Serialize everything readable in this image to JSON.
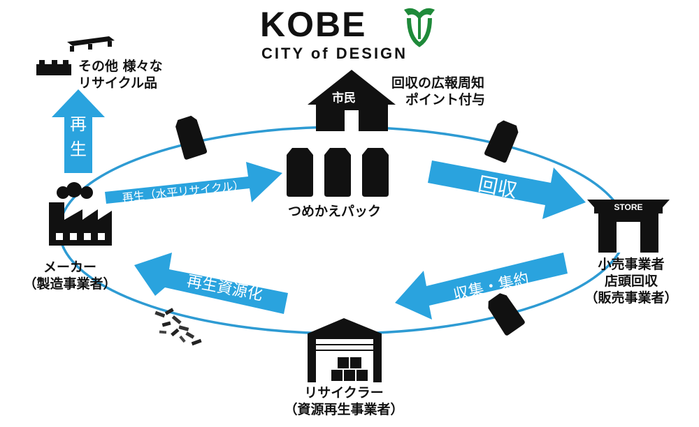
{
  "logo": {
    "brand": "KOBE",
    "tagline": "CITY of DESIGN"
  },
  "nodes": {
    "citizen": {
      "roof_label": "市民"
    },
    "pack": {
      "label": "つめかえパック"
    },
    "store": {
      "sign": "STORE",
      "line1": "小売事業者",
      "line2": "店頭回収",
      "line3": "（販売事業者）"
    },
    "recycler": {
      "line1": "リサイクラー",
      "line2": "（資源再生事業者）"
    },
    "maker": {
      "line1": "メーカー",
      "line2": "（製造事業者）"
    },
    "other": {
      "line1": "その他 様々な",
      "line2": "リサイクル品"
    }
  },
  "notes": {
    "promotion_line1": "回収の広報周知",
    "promotion_line2": "ポイント付与"
  },
  "arrows": {
    "horizontal_recycle": "再生（水平リサイクル）",
    "collection": "回収",
    "consolidation": "収集・集約",
    "resource_recovery": "再生資源化",
    "regenerate": "再生"
  },
  "colors": {
    "arrow_blue": "#2aa3de",
    "ellipse_blue": "#2e9bd3",
    "black": "#111111",
    "logo_green": "#1f8a3a"
  }
}
